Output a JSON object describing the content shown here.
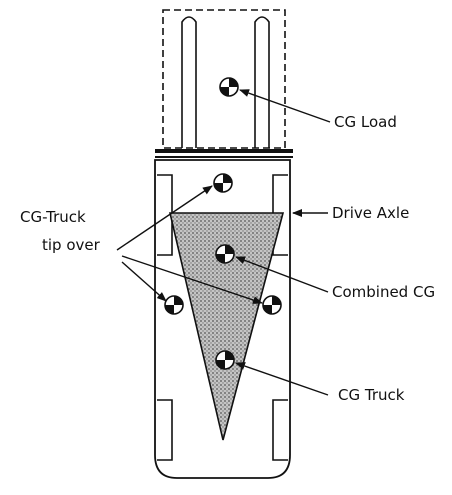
{
  "labels": {
    "cg_load": "CG Load",
    "drive_axle": "Drive Axle",
    "combined_cg": "Combined CG",
    "cg_truck": "CG Truck",
    "cg_tip_over_line1": "CG-Truck",
    "cg_tip_over_line2": "tip over"
  },
  "colors": {
    "ink": "#111111",
    "stability_triangle": "#9a9a9a",
    "background": "#ffffff"
  },
  "icons": {
    "cg_marker": "cg-symbol-icon"
  }
}
